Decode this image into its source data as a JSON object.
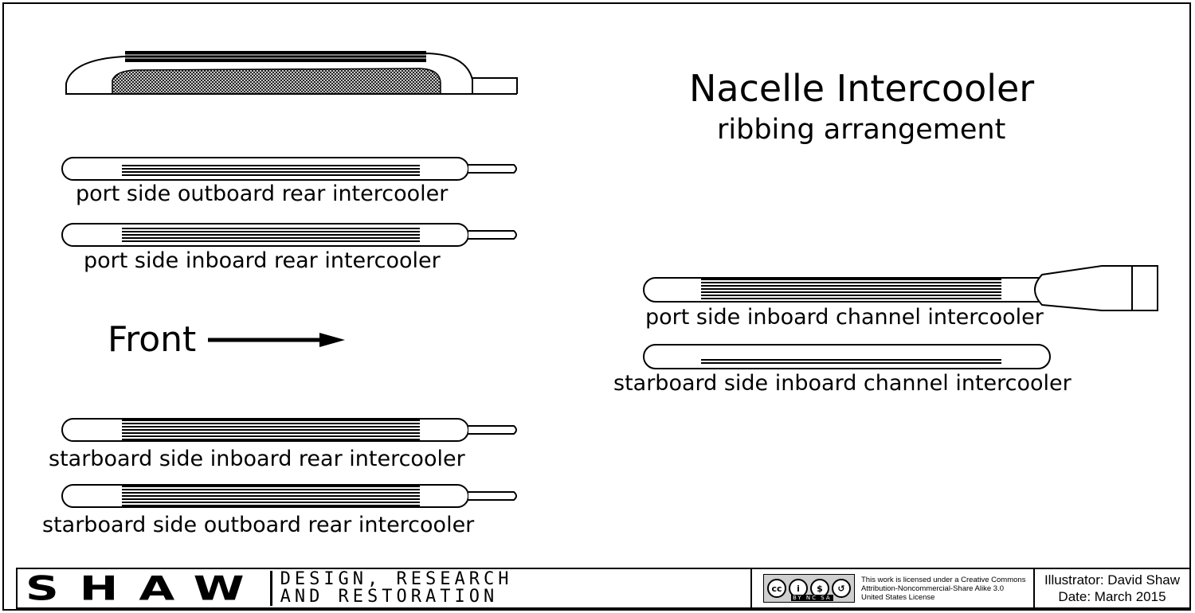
{
  "title": "Nacelle Intercooler",
  "subtitle": "ribbing arrangement",
  "direction_label": "Front",
  "labels": {
    "port_outboard_rear": "port side outboard rear intercooler",
    "port_inboard_rear": "port side inboard rear intercooler",
    "starboard_inboard_rear": "starboard side inboard rear intercooler",
    "starboard_outboard_rear": "starboard side outboard rear intercooler",
    "port_inboard_channel": "port side inboard channel intercooler",
    "starboard_inboard_channel": "starboard side inboard channel intercooler"
  },
  "title_block": {
    "brand_name": "SHAW",
    "brand_tagline_line1": "DESIGN, RESEARCH",
    "brand_tagline_line2": "AND RESTORATION",
    "cc_badge": {
      "cc": "cc",
      "by": "i",
      "nc": "$",
      "sa": "↺",
      "strip": "BY NC SA"
    },
    "license_line1": "This work is licensed under a Creative Commons",
    "license_line2": "Attribution-Noncommercial-Share Alike 3.0",
    "license_line3": "United States License",
    "illustrator": "Illustrator: David Shaw",
    "date": "Date: March 2015"
  }
}
